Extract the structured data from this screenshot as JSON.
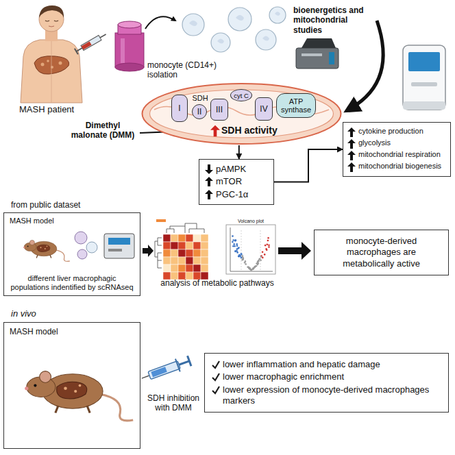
{
  "diagram": {
    "nodes": [
      {
        "text": [
          "SDH activity"
        ]
      },
      {
        "text": [
          "I"
        ],
        "in": 0
      },
      {
        "text": [
          "SDH",
          "II"
        ],
        "in": 0
      },
      {
        "text": [
          "III"
        ],
        "in": 0
      },
      {
        "text": [
          "cyt C"
        ],
        "in": 0
      },
      {
        "text": [
          "IV"
        ],
        "in": 0
      },
      {
        "text": [
          "ATP synthase"
        ],
        "in": 0
      },
      {
        "text": [
          "pAMPK",
          "mTOR",
          "PGC-1α"
        ]
      },
      {
        "text": [
          "cytokine production",
          "glycolysis",
          "mitochondrial respiration",
          "mitochondrial biogenesis"
        ]
      },
      {
        "text": [
          "from public dataset",
          "MASH model",
          "different liver macrophagic populations indentified by scRNAseq"
        ]
      },
      {
        "text": [
          "monocyte-derived macrophages are metabolically active"
        ]
      },
      {
        "text": [
          "in vivo",
          "MASH model"
        ]
      },
      {
        "text": [
          "lower inflammation and hepatic damage",
          "lower macrophagic enrichment",
          "lower expression of monocyte-derived macrophages markers"
        ]
      }
    ],
    "edges": [
      {
        "from": 0,
        "to": 7,
        "arrow": "to"
      },
      {
        "from": 7,
        "to": 8,
        "arrow": "to"
      }
    ],
    "labels": [
      "MASH patient",
      "monocyte (CD14+) isolation",
      "bioenergetics and mitochondrial studies",
      "Dimethyl malonate (DMM)",
      "Volcano plot",
      "analysis of metabolic pathways",
      "SDH inhibition with DMM"
    ]
  }
}
